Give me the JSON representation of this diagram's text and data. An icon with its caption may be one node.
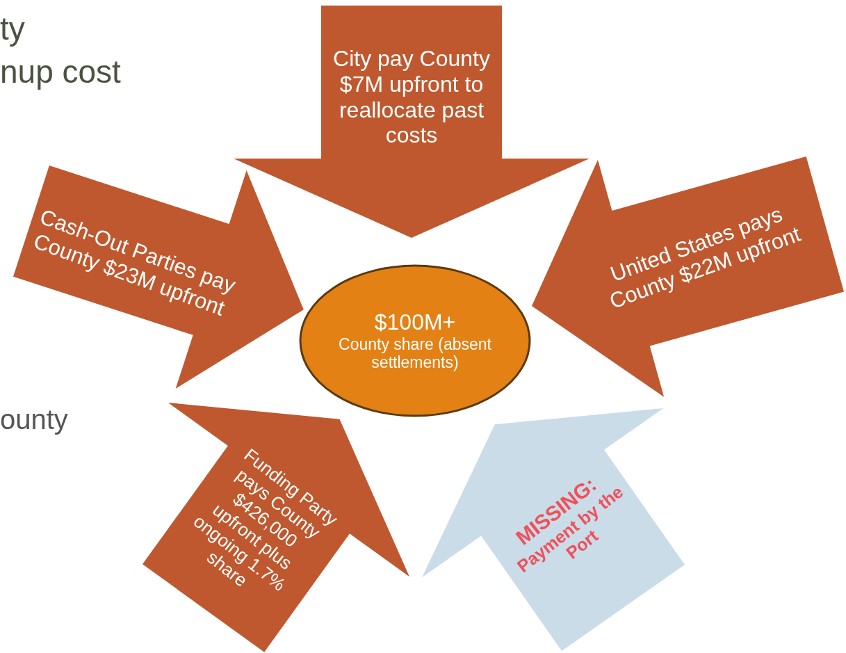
{
  "diagram": {
    "nodes": [
      {
        "text": [
          "City pay County $7M upfront to reallocate past costs"
        ]
      },
      {
        "text": [
          "Cash-Out Parties pay County $23M upfront"
        ]
      },
      {
        "text": [
          "United States pays County $22M upfront"
        ]
      },
      {
        "text": [
          "$100M+",
          "County share (absent settlements)"
        ]
      },
      {
        "text": [
          "Funding Party pays County $426,000 upfront plus ongoing 1.7% share"
        ]
      },
      {
        "text": [
          "MISSING:",
          "Payment by the Port"
        ]
      }
    ],
    "labels": [
      "ty",
      "nup cost",
      "ounty"
    ]
  }
}
